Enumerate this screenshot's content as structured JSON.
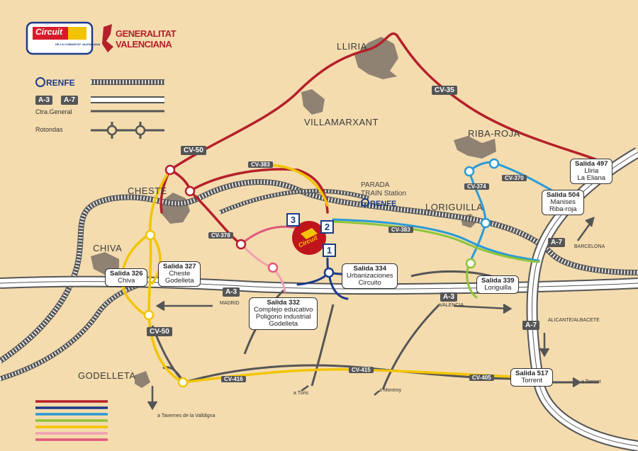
{
  "header": {
    "circuit_logo_text": "Circuit",
    "circuit_logo_sub": "DE LA COMUNITAT VALENCIANA",
    "gen_line1": "GENERALITAT",
    "gen_line2": "VALENCIANA"
  },
  "legend": {
    "renfe": "RENFE",
    "motorway_a3": "A-3",
    "motorway_a7": "A-7",
    "general_road": "Ctra.General",
    "roundabouts": "Rotondas"
  },
  "towns": {
    "lliria": "LLIRIA",
    "villamarxant": "VILLAMARXANT",
    "ribaroja": "RIBA-ROJA",
    "cheste": "CHESTE",
    "chiva": "CHIVA",
    "loriguilla": "LORIGUILLA",
    "godelleta": "GODELLETA"
  },
  "roads": {
    "cv35": "CV-35",
    "cv50_top": "CV-50",
    "cv50_bottom": "CV-50",
    "cv383_top": "CV-383",
    "cv383_mid": "CV-383",
    "cv378": "CV-378",
    "cv374": "CV-374",
    "cv370": "CV-370",
    "cv416": "CV-416",
    "cv415": "CV-415",
    "cv405": "CV-405",
    "a3_left": "A-3",
    "a3_right": "A-3",
    "a7_top": "A-7",
    "a7_bottom": "A-7"
  },
  "station": {
    "line1": "PARADA",
    "line2": "TRAIN Station",
    "renfe": "RENFE"
  },
  "circuit_marker": "Circuit",
  "entrances": [
    "1",
    "2",
    "3"
  ],
  "exits": {
    "s497": {
      "title": "Salida 497",
      "l1": "Lliria",
      "l2": "La Eliana"
    },
    "s504": {
      "title": "Salida 504",
      "l1": "Manises",
      "l2": "Riba-roja"
    },
    "s326": {
      "title": "Salida 326",
      "l1": "Chiva"
    },
    "s327": {
      "title": "Salida 327",
      "l1": "Cheste",
      "l2": "Godelleta"
    },
    "s334": {
      "title": "Salida 334",
      "l1": "Urbanizaciones",
      "l2": "Circuito"
    },
    "s332": {
      "title": "Salida 332",
      "l1": "Complejo educativo",
      "l2": "Poligono industrial",
      "l3": "Godelleta"
    },
    "s339": {
      "title": "Salida 339",
      "l1": "Loriguilla"
    },
    "s517": {
      "title": "Salida 517",
      "l1": "Torrent"
    }
  },
  "directions": {
    "barcelona": "BARCELONA",
    "madrid": "MADRID",
    "valencia": "VALENCIA",
    "alicante": "ALICANTE/ALBACETE",
    "torrent": "a Torrent",
    "turis": "a Turis",
    "montroy": "a Montroy",
    "tavernes": "a Tavernes de la Valldigna"
  },
  "colors": {
    "background": "#f4dcaf",
    "red_route": "#b5202a",
    "yellow_route": "#f2c400",
    "blue_route": "#2a9ad6",
    "navy_route": "#1b3a8a",
    "green_route": "#8fc43a",
    "pink_route": "#e0587a",
    "light_pink_route": "#f2a0b0",
    "road_grey": "#555555",
    "town_shape": "#8f8273"
  },
  "color_key": [
    "#b5202a",
    "#1b3a8a",
    "#2a9ad6",
    "#8fc43a",
    "#f2c400",
    "#f2a0b0",
    "#e0587a"
  ]
}
